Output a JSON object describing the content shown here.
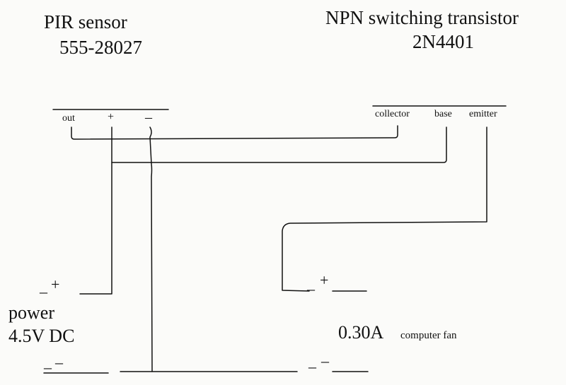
{
  "pir": {
    "title": "PIR sensor",
    "part": "555-28027",
    "pins": [
      "out",
      "+",
      "–"
    ]
  },
  "transistor": {
    "title": "NPN switching transistor",
    "part": "2N4401",
    "pins": [
      "collector",
      "base",
      "emitter"
    ]
  },
  "power": {
    "label": "power",
    "voltage": "4.5V DC",
    "plus": "+",
    "minus": "–"
  },
  "fan": {
    "current": "0.30A",
    "desc": "computer fan",
    "plus": "+",
    "minus": "–"
  }
}
